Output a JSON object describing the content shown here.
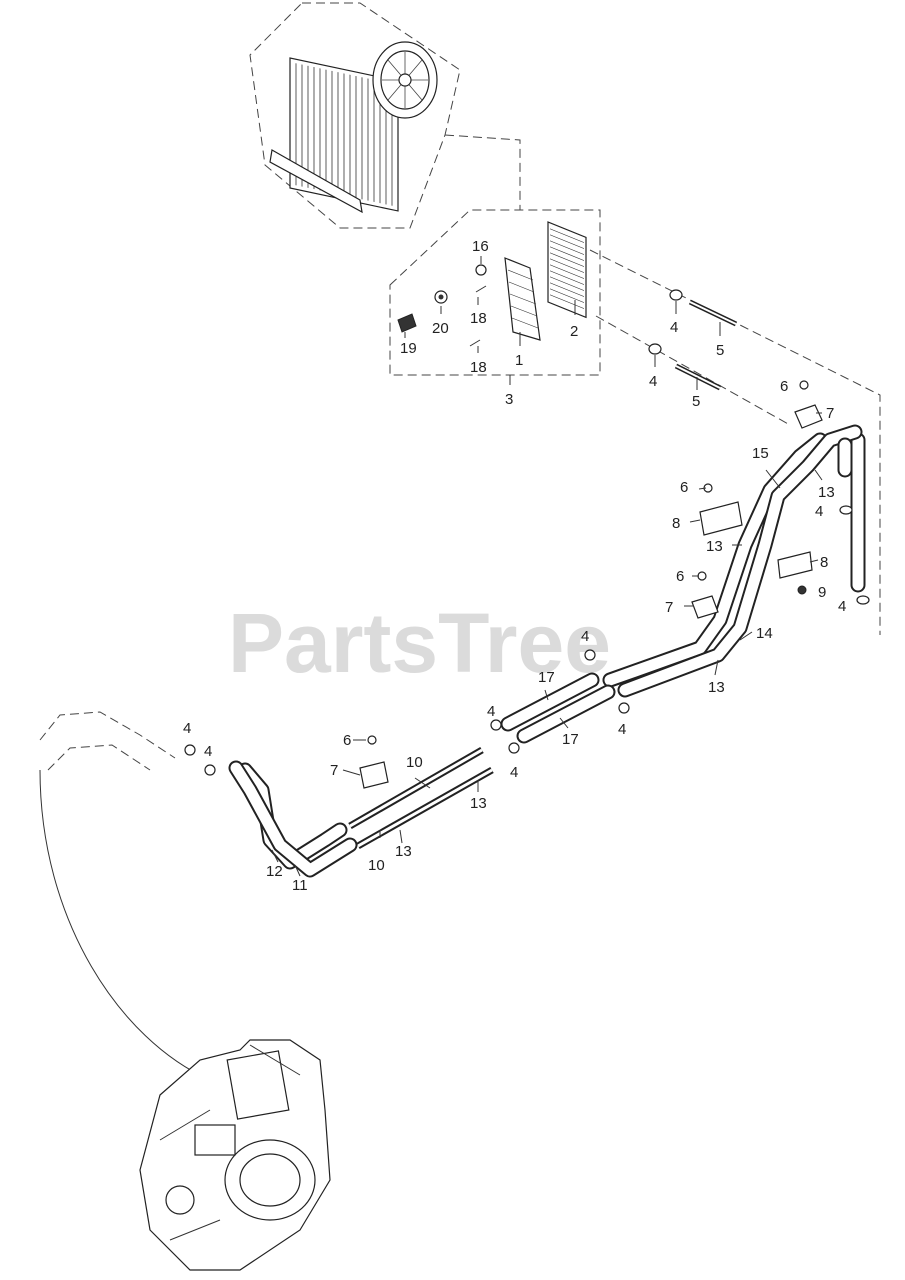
{
  "watermark": "PartsTree",
  "callouts": {
    "c1": "1",
    "c2": "2",
    "c3": "3",
    "c4": "4",
    "c5": "5",
    "c6": "6",
    "c7": "7",
    "c8": "8",
    "c9": "9",
    "c10": "10",
    "c11": "11",
    "c12": "12",
    "c13": "13",
    "c14": "14",
    "c15": "15",
    "c16": "16",
    "c17": "17",
    "c18": "18",
    "c19": "19",
    "c20": "20"
  }
}
